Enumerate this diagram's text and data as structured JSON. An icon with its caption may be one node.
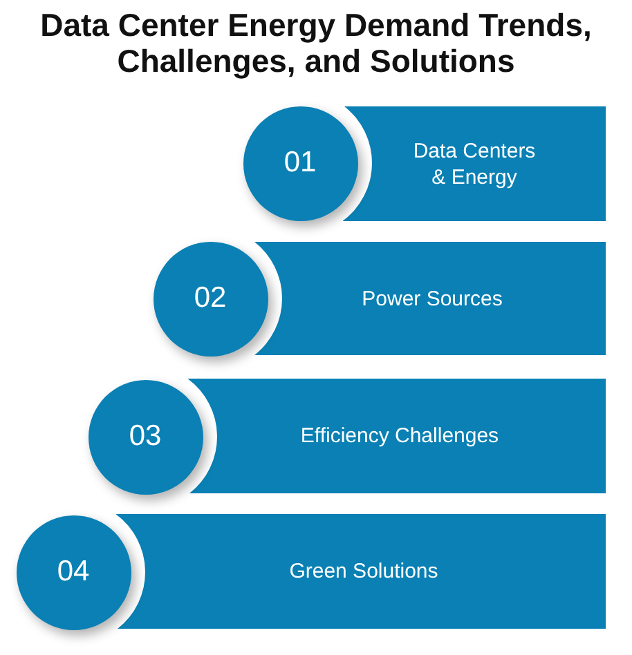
{
  "diagram": {
    "title": "Data Center Energy Demand Trends, Challenges, and Solutions",
    "nodes": [
      {
        "text": [
          "01"
        ]
      },
      {
        "text": [
          "Data Centers & Energy"
        ]
      },
      {
        "text": [
          "02"
        ]
      },
      {
        "text": [
          "Power Sources"
        ]
      },
      {
        "text": [
          "03"
        ]
      },
      {
        "text": [
          "Efficiency Challenges"
        ]
      },
      {
        "text": [
          "04"
        ]
      },
      {
        "text": [
          "Green Solutions"
        ]
      }
    ]
  }
}
